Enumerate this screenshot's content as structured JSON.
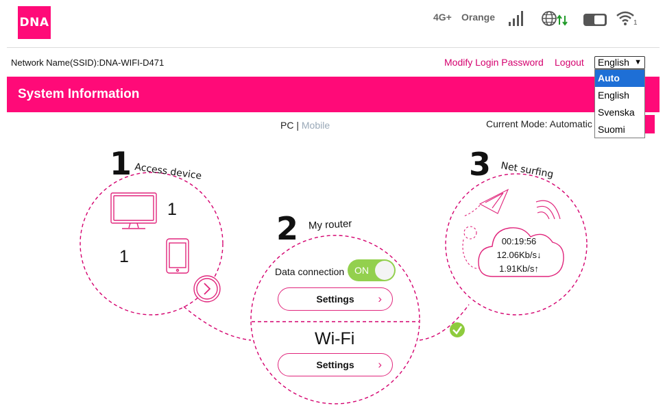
{
  "header": {
    "logo": "DNA",
    "network_type": "4G+",
    "carrier": "Orange",
    "wifi_clients": "1"
  },
  "ssid_line": "Network Name(SSID):DNA-WIFI-D471",
  "links": {
    "modify_password": "Modify Login Password",
    "logout": "Logout"
  },
  "language": {
    "selected": "English",
    "options": [
      "Auto",
      "English",
      "Svenska",
      "Suomi"
    ],
    "highlighted": "Auto"
  },
  "banner_title": "System Information",
  "view_switch": {
    "pc": "PC",
    "separator": "|",
    "mobile": "Mobile"
  },
  "current_mode": "Current Mode: Automatic",
  "access": {
    "number": "1",
    "title": "Access device",
    "pc_count": "1",
    "mobile_count": "1"
  },
  "router": {
    "number": "2",
    "title": "My router",
    "data_connection_label": "Data connection",
    "toggle_state": "ON",
    "settings_label": "Settings",
    "wifi_label": "Wi-Fi",
    "wifi_settings_label": "Settings"
  },
  "surf": {
    "number": "3",
    "title": "Net surfing",
    "time": "00:19:56",
    "download": "12.06Kb/s",
    "upload": "1.91Kb/s"
  },
  "colors": {
    "brand": "#ff0a78",
    "accent": "#e0247b",
    "toggle": "#93d04e",
    "selected_option": "#1e6fd6"
  }
}
